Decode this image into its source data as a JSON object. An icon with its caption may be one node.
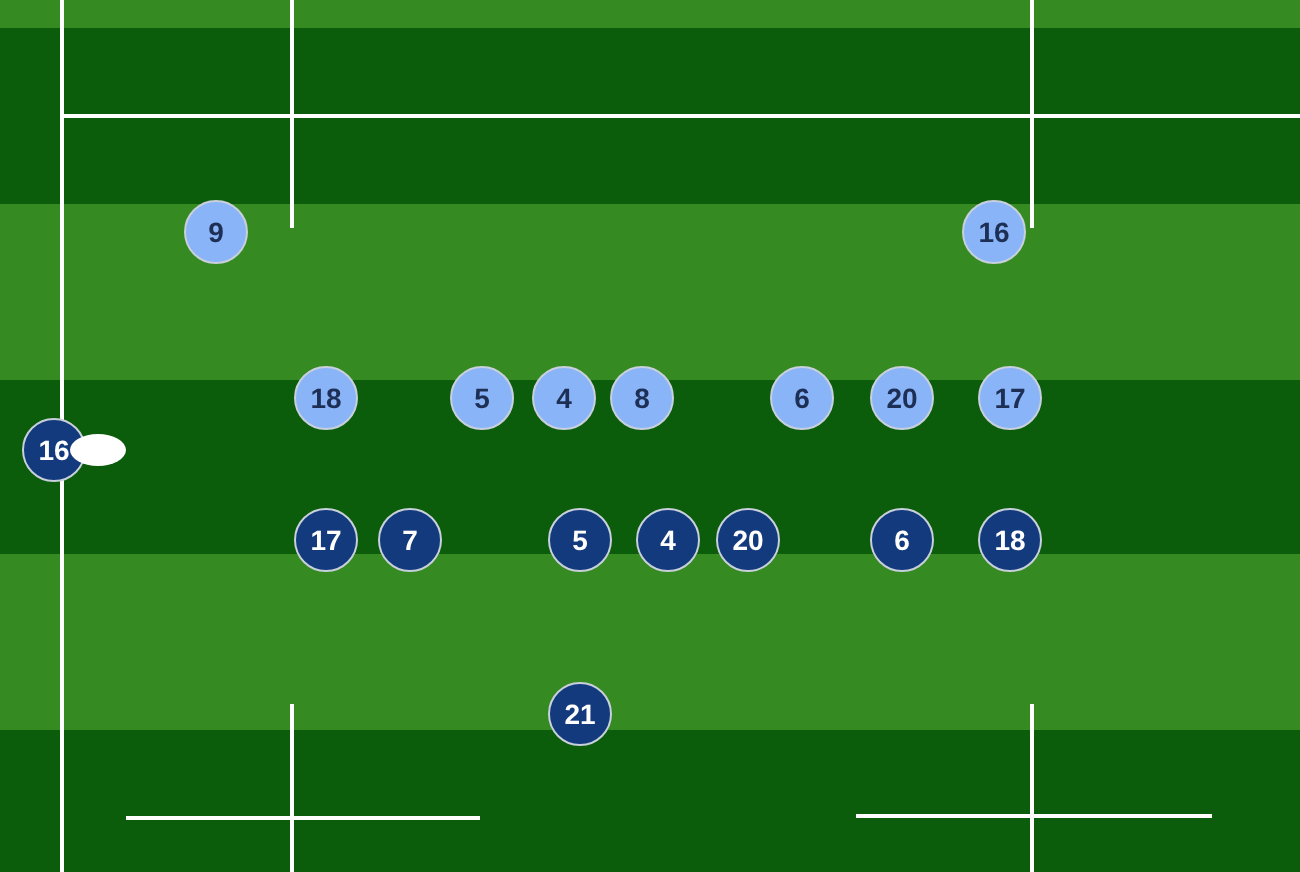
{
  "diagram": {
    "nodes": [
      {
        "text": [
          "9"
        ]
      },
      {
        "text": [
          "16"
        ]
      },
      {
        "text": [
          "18"
        ]
      },
      {
        "text": [
          "5"
        ]
      },
      {
        "text": [
          "4"
        ]
      },
      {
        "text": [
          "8"
        ]
      },
      {
        "text": [
          "6"
        ]
      },
      {
        "text": [
          "20"
        ]
      },
      {
        "text": [
          "17"
        ]
      },
      {
        "text": [
          "16"
        ]
      },
      {
        "text": [
          "17"
        ]
      },
      {
        "text": [
          "7"
        ]
      },
      {
        "text": [
          "5"
        ]
      },
      {
        "text": [
          "4"
        ]
      },
      {
        "text": [
          "20"
        ]
      },
      {
        "text": [
          "6"
        ]
      },
      {
        "text": [
          "18"
        ]
      },
      {
        "text": [
          "21"
        ]
      }
    ]
  }
}
